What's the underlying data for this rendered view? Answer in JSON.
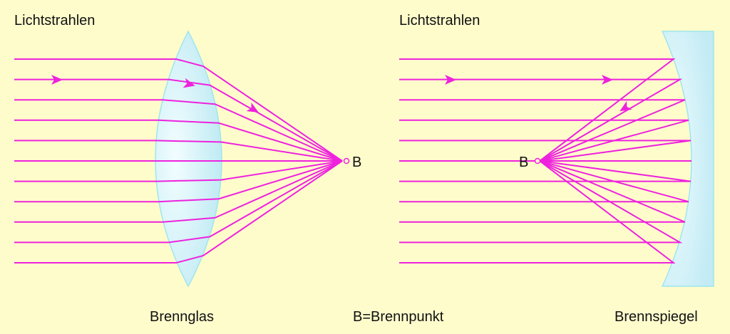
{
  "left": {
    "title": "Lichtstrahlen",
    "caption": "Brennglas",
    "focus_label": "B"
  },
  "right": {
    "title": "Lichtstrahlen",
    "caption": "Brennspiegel",
    "focus_label": "B"
  },
  "legend": "B=Brennpunkt",
  "ray_count": 11,
  "colors": {
    "background": "#fffccc",
    "ray": "#ee22dd",
    "glass": "#cdeff5",
    "glass_edge": "#9fe6ee"
  }
}
